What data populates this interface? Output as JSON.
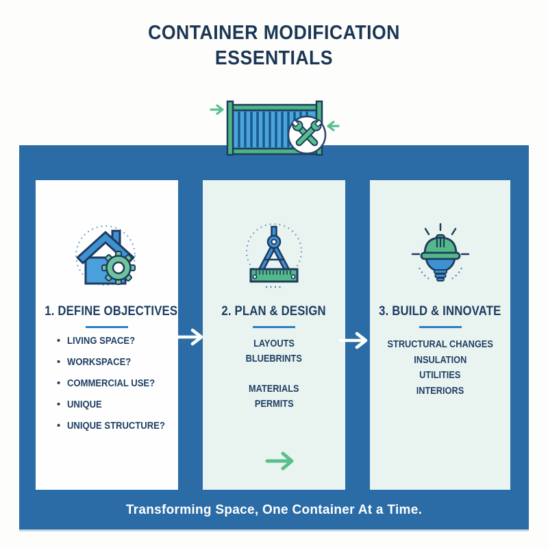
{
  "title": "CONTAINER MODIFICATION ESSENTIALS",
  "tagline": "Transforming Space, One Container At a Time.",
  "steps": [
    {
      "heading": "1. DEFINE OBJECTIVES",
      "icon": "house-with-gear",
      "items": [
        "LIVING SPACE?",
        "WORKSPACE?",
        "COMMERCIAL USE?",
        "UNIQUE",
        "UNIQUE STRUCTURE?"
      ]
    },
    {
      "heading": "2. PLAN & DESIGN",
      "icon": "drafting-compass-with-ruler",
      "items": [
        "LAYOUTS",
        "BLUEBRINTS",
        "MATERIALS",
        "PERMITS"
      ]
    },
    {
      "heading": "3. BUILD & INNOVATE",
      "icon": "hardhat-lightbulb",
      "items": [
        "STRUCTURAL CHANGES",
        "INSULATION",
        "UTILITIES",
        "INTERIORS"
      ]
    }
  ],
  "icons": {
    "hero": "shipping-container-with-crossed-tools-badge",
    "flow": "white-right-arrow",
    "step2_footer": "green-right-arrow"
  },
  "colors": {
    "board_blue": "#2b6ca7",
    "card_mint": "#e9f3f0",
    "card_white": "#fefefe",
    "navy_text": "#1c3c60",
    "title_navy": "#1a3654",
    "underline_blue": "#2b7fc2",
    "accent_green": "#57c08d",
    "icon_blue": "#3e92d2",
    "tagline_white": "#ffffff"
  }
}
